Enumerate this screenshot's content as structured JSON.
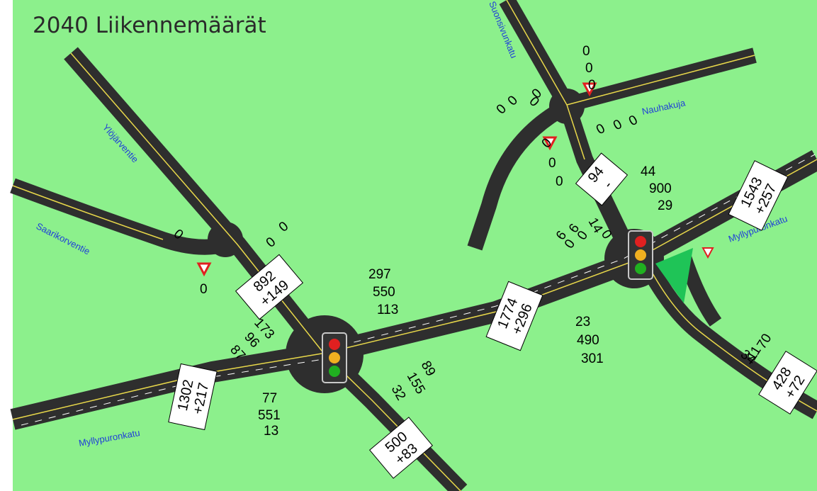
{
  "title": "2040 Liikennemäärät",
  "colors": {
    "grass": "#8cf08c",
    "road": "#2e2e2e",
    "centerline": "#e8d84a",
    "street_label": "#1f3fd8"
  },
  "streets": [
    {
      "id": "suonsivunkatu",
      "name": "Suonsivunkatu"
    },
    {
      "id": "nauhakuja",
      "name": "Nauhakuja"
    },
    {
      "id": "ylojarventie",
      "name": "Ylöjärventie"
    },
    {
      "id": "saarikorventie",
      "name": "Saarikorventie"
    },
    {
      "id": "myllypuronkatu-e",
      "name": "Myllypuronkatu"
    },
    {
      "id": "myllypuronkatu-w",
      "name": "Myllypuronkatu"
    }
  ],
  "section_volumes": [
    {
      "id": "ylojarventie",
      "total": "892",
      "increase": "+149"
    },
    {
      "id": "myllypuronkatu-w",
      "total": "1302",
      "increase": "+217"
    },
    {
      "id": "south",
      "total": "500",
      "increase": "+83"
    },
    {
      "id": "mid",
      "total": "1774",
      "increase": "+296"
    },
    {
      "id": "suonsivunkatu",
      "total": "94",
      "increase": "-"
    },
    {
      "id": "myllypuronkatu-e",
      "total": "1543",
      "increase": "+257"
    },
    {
      "id": "southeast",
      "total": "428",
      "increase": "+72"
    }
  ],
  "turning_counts": [
    {
      "id": "nw1",
      "value": "0"
    },
    {
      "id": "nw2",
      "value": "0"
    },
    {
      "id": "nw3",
      "value": "0"
    },
    {
      "id": "nw4",
      "value": "0"
    },
    {
      "id": "yl1",
      "value": "0"
    },
    {
      "id": "yl2",
      "value": "0"
    },
    {
      "id": "sa1",
      "value": "0"
    },
    {
      "id": "sa2",
      "value": "0"
    },
    {
      "id": "a1",
      "value": "297"
    },
    {
      "id": "a2",
      "value": "550"
    },
    {
      "id": "a3",
      "value": "113"
    },
    {
      "id": "b1",
      "value": "173"
    },
    {
      "id": "b2",
      "value": "96"
    },
    {
      "id": "b3",
      "value": "87"
    },
    {
      "id": "c1",
      "value": "77"
    },
    {
      "id": "c2",
      "value": "551"
    },
    {
      "id": "c3",
      "value": "13"
    },
    {
      "id": "d1",
      "value": "89"
    },
    {
      "id": "d2",
      "value": "155"
    },
    {
      "id": "d3",
      "value": "32"
    },
    {
      "id": "n1",
      "value": "0"
    },
    {
      "id": "n2",
      "value": "0"
    },
    {
      "id": "n3",
      "value": "0"
    },
    {
      "id": "n4",
      "value": "0"
    },
    {
      "id": "n5",
      "value": "0"
    },
    {
      "id": "n6",
      "value": "0"
    },
    {
      "id": "s1",
      "value": "0"
    },
    {
      "id": "s2",
      "value": "0"
    },
    {
      "id": "s3",
      "value": "0"
    },
    {
      "id": "nh1",
      "value": "0"
    },
    {
      "id": "nh2",
      "value": "0"
    },
    {
      "id": "nh3",
      "value": "0"
    },
    {
      "id": "e1",
      "value": "44"
    },
    {
      "id": "e2",
      "value": "900"
    },
    {
      "id": "e3",
      "value": "29"
    },
    {
      "id": "f1",
      "value": "14"
    },
    {
      "id": "f2",
      "value": "6"
    },
    {
      "id": "f3",
      "value": "6"
    },
    {
      "id": "g1",
      "value": "23"
    },
    {
      "id": "g2",
      "value": "490"
    },
    {
      "id": "g3",
      "value": "301"
    },
    {
      "id": "h1",
      "value": "70"
    },
    {
      "id": "h2",
      "value": "11"
    },
    {
      "id": "h3",
      "value": "34"
    }
  ],
  "signals": [
    {
      "id": "west"
    },
    {
      "id": "east"
    }
  ],
  "yield_signs": [
    {
      "id": "y1"
    },
    {
      "id": "y2"
    },
    {
      "id": "y3"
    },
    {
      "id": "y4"
    }
  ]
}
